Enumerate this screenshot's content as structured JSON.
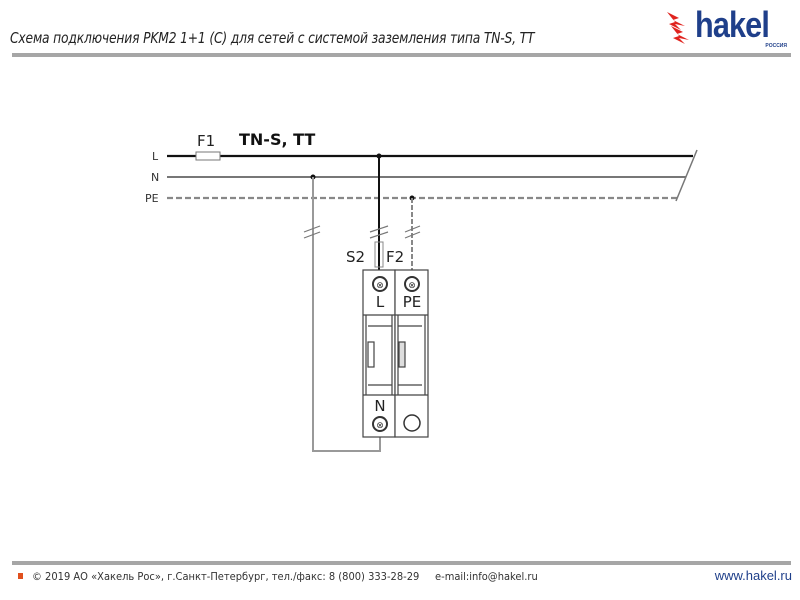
{
  "header": {
    "title": "Схема подключения PKM2 1+1 (C) для сетей с системой заземления типа TN-S, TT"
  },
  "logo": {
    "name": "hakel",
    "sub": "РОССИЯ"
  },
  "diagram": {
    "system_label": "TN-S, TT",
    "lines": {
      "l": "L",
      "n": "N",
      "pe": "PE"
    },
    "fuse_f1": "F1",
    "fuse_s2": "S2",
    "fuse_f2": "F2",
    "terminals": {
      "l": "L",
      "pe": "PE",
      "n": "N"
    }
  },
  "footer": {
    "copyright": "© 2019 АО «Хакель Рос», г.Санкт-Петербург, тел./факс: 8 (800) 333-28-29     e-mail:info@hakel.ru",
    "website": "www.hakel.ru"
  },
  "colors": {
    "brand": "#1f3f8a",
    "accent": "#e0501e",
    "wire_gray": "#9a9a9a"
  }
}
